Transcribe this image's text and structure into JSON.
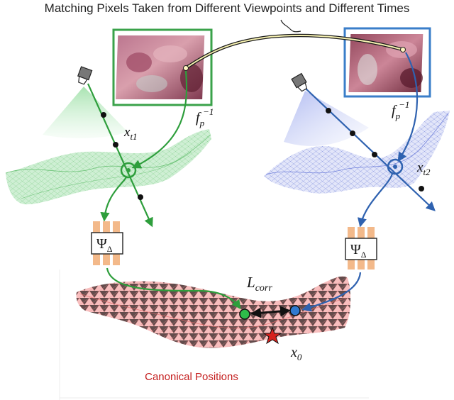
{
  "title": "Matching Pixels Taken from Different Viewpoints and Different Times",
  "labels": {
    "xt1_base": "x",
    "xt1_sub": "t1",
    "xt2_base": "x",
    "xt2_sub": "t2",
    "fp_base": "f",
    "fp_sub": "p",
    "fp_sup": "−1",
    "psi_base": "Ψ",
    "psi_sub": "Δ",
    "lcorr_base": "L",
    "lcorr_sub": "corr",
    "x0_base": "x",
    "x0_sub": "0"
  },
  "caption": "Canonical Positions",
  "colors": {
    "green": "#2e9e3c",
    "green_light": "#7ed38a",
    "blue": "#2f62b0",
    "blue_light": "#8f9ee0",
    "red_surface": "#f08a8a",
    "red_text": "#c41d1d",
    "orange": "#f3b98a",
    "frame_green": "#3aa24a",
    "frame_blue": "#3a7ec9",
    "cable": "#1a1a1a",
    "cable_inner": "#f5f0b0"
  },
  "icons": [
    "camera-icon-left",
    "camera-icon-right",
    "deformation-network-icon",
    "red-star-icon"
  ]
}
